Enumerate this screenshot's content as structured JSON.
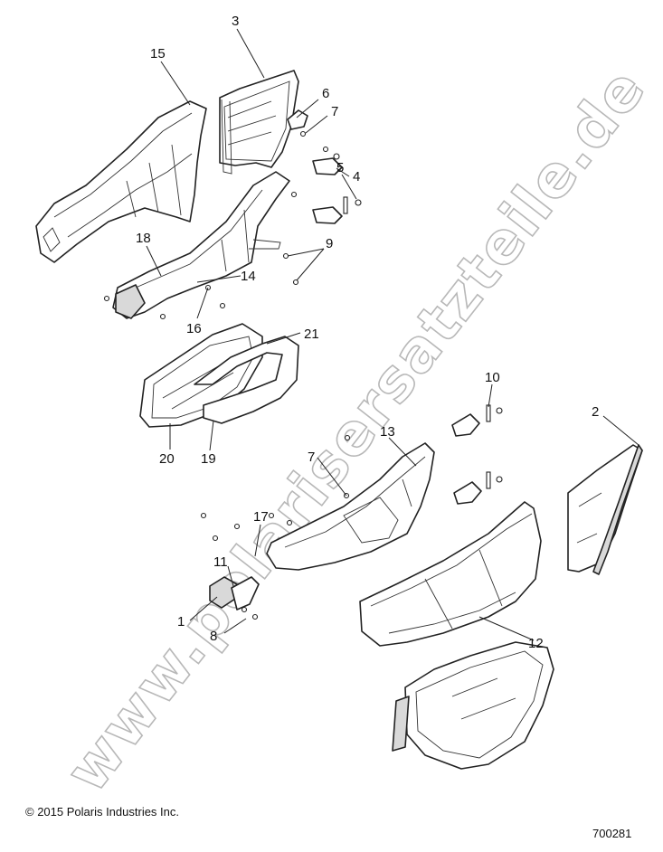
{
  "diagram": {
    "callouts": [
      "15",
      "3",
      "6",
      "7",
      "4",
      "5",
      "18",
      "14",
      "9",
      "16",
      "21",
      "20",
      "19",
      "10",
      "2",
      "13",
      "7",
      "17",
      "11",
      "1",
      "8",
      "12"
    ],
    "watermark": "www.polarisersatzteile.de",
    "copyright": "© 2015 Polaris Industries Inc.",
    "drawing_number": "700281",
    "colors": {
      "line": "#222222",
      "watermark": "#b8b8b8",
      "background": "#ffffff"
    }
  }
}
